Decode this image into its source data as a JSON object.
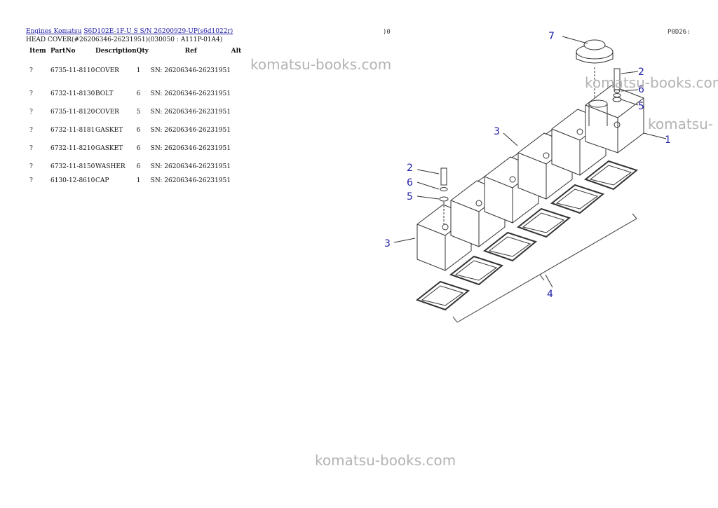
{
  "breadcrumb": {
    "engines_link": "Engines Komatsu",
    "model_link": "S6D102E-1F-U S S/N 26200929-UP(s6d1022r)"
  },
  "subtitle": "HEAD COVER(#26206346-26231951)(030050 : A111P-01A4)",
  "table": {
    "headers": [
      "Item",
      "PartNo",
      "Description",
      "Qty",
      "Ref",
      "Alt"
    ],
    "rows": [
      {
        "item": "?",
        "part": "6735-11-8110",
        "desc": "COVER",
        "qty": "1",
        "ref": "SN: 26206346-26231951",
        "alt": ""
      },
      {
        "item": "?",
        "part": "6732-11-8130",
        "desc": "BOLT",
        "qty": "6",
        "ref": "SN: 26206346-26231951",
        "alt": ""
      },
      {
        "item": "?",
        "part": "6735-11-8120",
        "desc": "COVER",
        "qty": "5",
        "ref": "SN: 26206346-26231951",
        "alt": ""
      },
      {
        "item": "?",
        "part": "6732-11-8181",
        "desc": "GASKET",
        "qty": "6",
        "ref": "SN: 26206346-26231951",
        "alt": ""
      },
      {
        "item": "?",
        "part": "6732-11-8210",
        "desc": "GASKET",
        "qty": "6",
        "ref": "SN: 26206346-26231951",
        "alt": ""
      },
      {
        "item": "?",
        "part": "6732-11-8150",
        "desc": "WASHER",
        "qty": "6",
        "ref": "SN: 26206346-26231951",
        "alt": ""
      },
      {
        "item": "?",
        "part": "6130-12-8610",
        "desc": "CAP",
        "qty": "1",
        "ref": "SN: 26206346-26231951",
        "alt": ""
      }
    ]
  },
  "watermarks": [
    "komatsu-books.com",
    "komatsu-books.com",
    "komatsu-",
    "komatsu-books.com"
  ],
  "diagram": {
    "code_left": ")0",
    "code_right": "P0D26:",
    "callouts": [
      "7",
      "2",
      "6",
      "5",
      "1",
      "3",
      "2",
      "6",
      "5",
      "3",
      "4"
    ]
  }
}
